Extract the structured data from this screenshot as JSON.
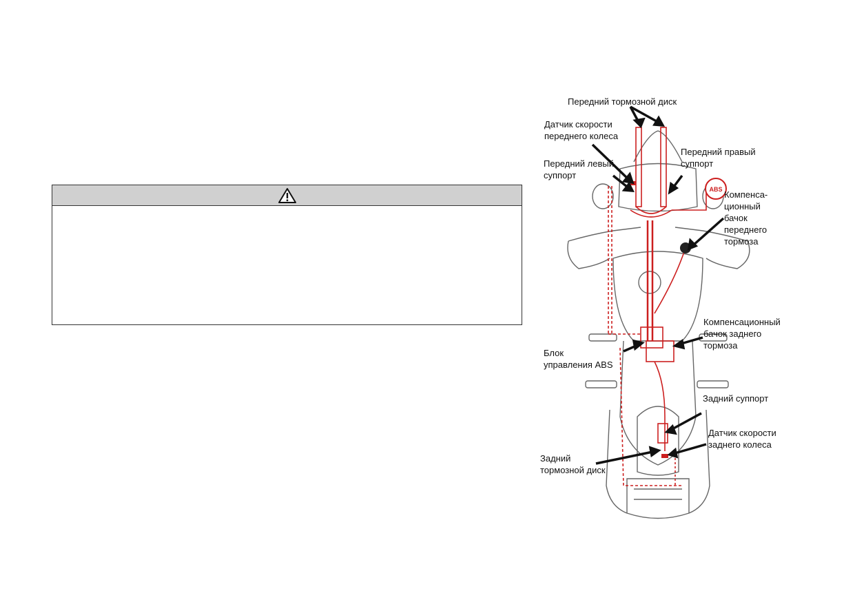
{
  "warning": {
    "icon": "warning-triangle-icon"
  },
  "diagram": {
    "labels": {
      "front_disc": "Передний тормозной диск",
      "front_speed_sensor": "Датчик скорости\nпереднего колеса",
      "front_right_caliper": "Передний правый\nсуппорт",
      "front_left_caliper": "Передний левый\nсуппорт",
      "abs_badge": "ABS",
      "front_reservoir": "Компенса-\nционный\nбачок\nпереднего\nтормоза",
      "rear_reservoir": "Компенсационный\nбачок заднего\nтормоза",
      "abs_unit": "Блок\nуправления ABS",
      "rear_caliper": "Задний суппорт",
      "rear_speed_sensor": "Датчик скорости\nзаднего колеса",
      "rear_disc": "Задний\nтормозной диск"
    },
    "colors": {
      "brake_line": "#cc1f1f",
      "outline": "#666666",
      "arrow": "#111111"
    }
  }
}
